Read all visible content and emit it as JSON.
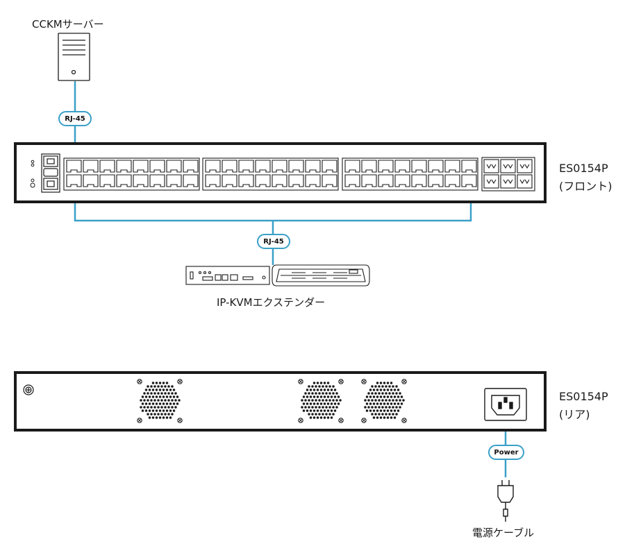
{
  "labels": {
    "server": "CCKMサーバー",
    "front_model": "ES0154P",
    "front_view": "(フロント)",
    "extender": "IP-KVMエクステンダー",
    "rear_model": "ES0154P",
    "rear_view": "(リア)",
    "power_cable": "電源ケーブル"
  },
  "badges": {
    "rj45_top": "RJ-45",
    "rj45_bottom": "RJ-45",
    "power": "Power"
  },
  "colors": {
    "cable": "#3aa0c8",
    "outline": "#1a1a1a",
    "background": "#ffffff"
  },
  "icons": [
    "server-tower-icon",
    "rj45-port-icon",
    "sfp-port-icon",
    "fan-grille-icon",
    "ground-screw-icon",
    "power-inlet-icon",
    "power-plug-icon",
    "kvm-extender-icon"
  ]
}
